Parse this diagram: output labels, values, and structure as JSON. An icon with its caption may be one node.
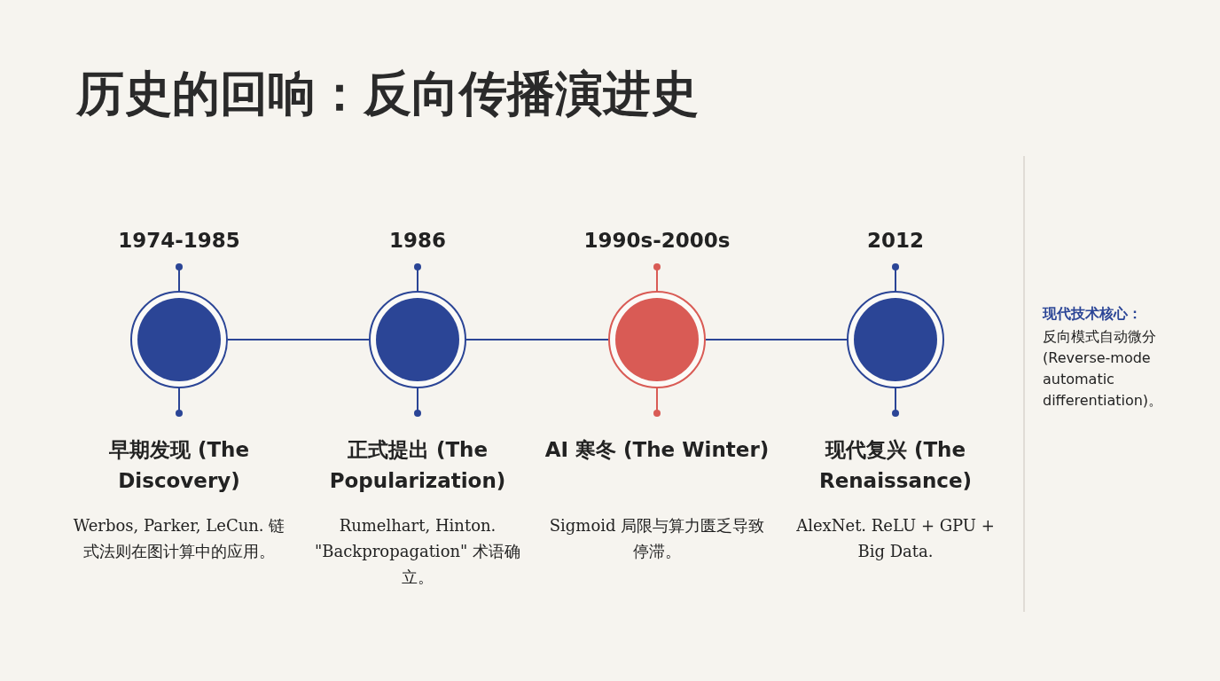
{
  "diagram": {
    "title": "历史的回响：反向传播演进史",
    "nodes": [
      {
        "text": [],
        "shape": "circle",
        "beside": [
          "1974-1985",
          "早期发现 (The Discovery)",
          "Werbos, Parker, LeCun. 链式法则在图计算中的应用。"
        ]
      },
      {
        "text": [],
        "shape": "circle",
        "beside": [
          "1986",
          "正式提出 (The Popularization)",
          "Rumelhart, Hinton. \"Backpropagation\" 术语确立。"
        ]
      },
      {
        "text": [],
        "shape": "circle",
        "beside": [
          "1990s-2000s",
          "AI 寒冬 (The Winter)",
          "Sigmoid 局限与算力匮乏导致停滞。"
        ]
      },
      {
        "text": [],
        "shape": "circle",
        "beside": [
          "2012",
          "现代复兴 (The Renaissance)",
          "AlexNet. ReLU + GPU + Big Data."
        ]
      }
    ],
    "edges": [
      {
        "from": 0,
        "to": 1,
        "arrow": "none"
      },
      {
        "from": 1,
        "to": 2,
        "arrow": "none"
      },
      {
        "from": 2,
        "to": 3,
        "arrow": "none"
      }
    ],
    "labels": [
      "现代技术核心：",
      "反向模式自动微分 (Reverse-mode automatic differentiation)。"
    ]
  }
}
